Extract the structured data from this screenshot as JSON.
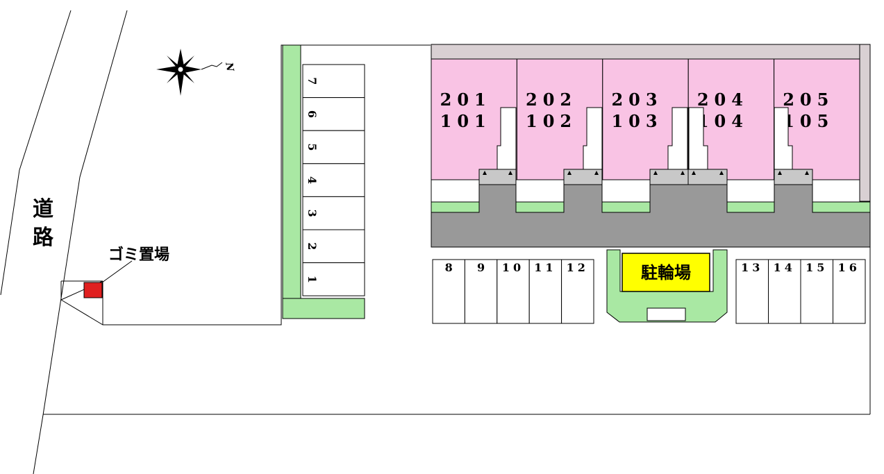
{
  "road_label": "道路",
  "garbage_label": "ゴミ置場",
  "bike_parking_label": "駐輪場",
  "compass_label": "N",
  "units": [
    {
      "upper": "201",
      "lower": "101"
    },
    {
      "upper": "202",
      "lower": "102"
    },
    {
      "upper": "203",
      "lower": "103"
    },
    {
      "upper": "204",
      "lower": "104"
    },
    {
      "upper": "205",
      "lower": "105"
    }
  ],
  "parking_vertical": [
    "7",
    "6",
    "5",
    "4",
    "3",
    "2",
    "1"
  ],
  "parking_row_left": [
    "8",
    "9",
    "10",
    "11",
    "12"
  ],
  "parking_row_right": [
    "13",
    "14",
    "15",
    "16"
  ],
  "colors": {
    "unit_fill": "#f9c3e4",
    "green": "#a9e8a3",
    "asphalt": "#999999",
    "gray_light": "#c8c8c8",
    "roof_top": "#d9d0d3",
    "garbage": "#e02020",
    "bike_label_bg": "#ffff00"
  }
}
